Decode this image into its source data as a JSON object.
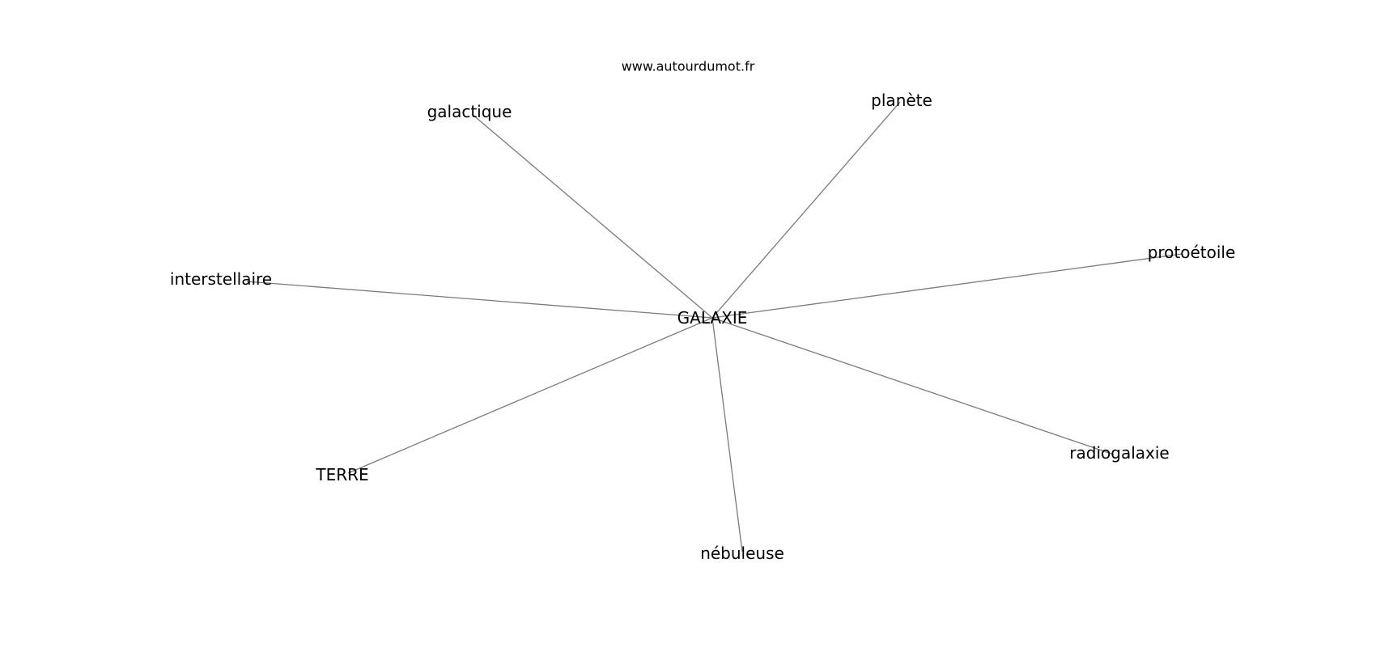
{
  "source_text": "www.autourdumot.fr",
  "center": {
    "label": "GALAXIE"
  },
  "nodes": [
    {
      "id": "galactique",
      "label": "galactique"
    },
    {
      "id": "planete",
      "label": "planète"
    },
    {
      "id": "protoetoile",
      "label": "protoétoile"
    },
    {
      "id": "interstellaire",
      "label": "interstellaire"
    },
    {
      "id": "radiogalaxie",
      "label": "radiogalaxie"
    },
    {
      "id": "terre",
      "label": "TERRE"
    },
    {
      "id": "nebuleuse",
      "label": "nébuleuse"
    }
  ],
  "edge_color": "#7a7a7a"
}
